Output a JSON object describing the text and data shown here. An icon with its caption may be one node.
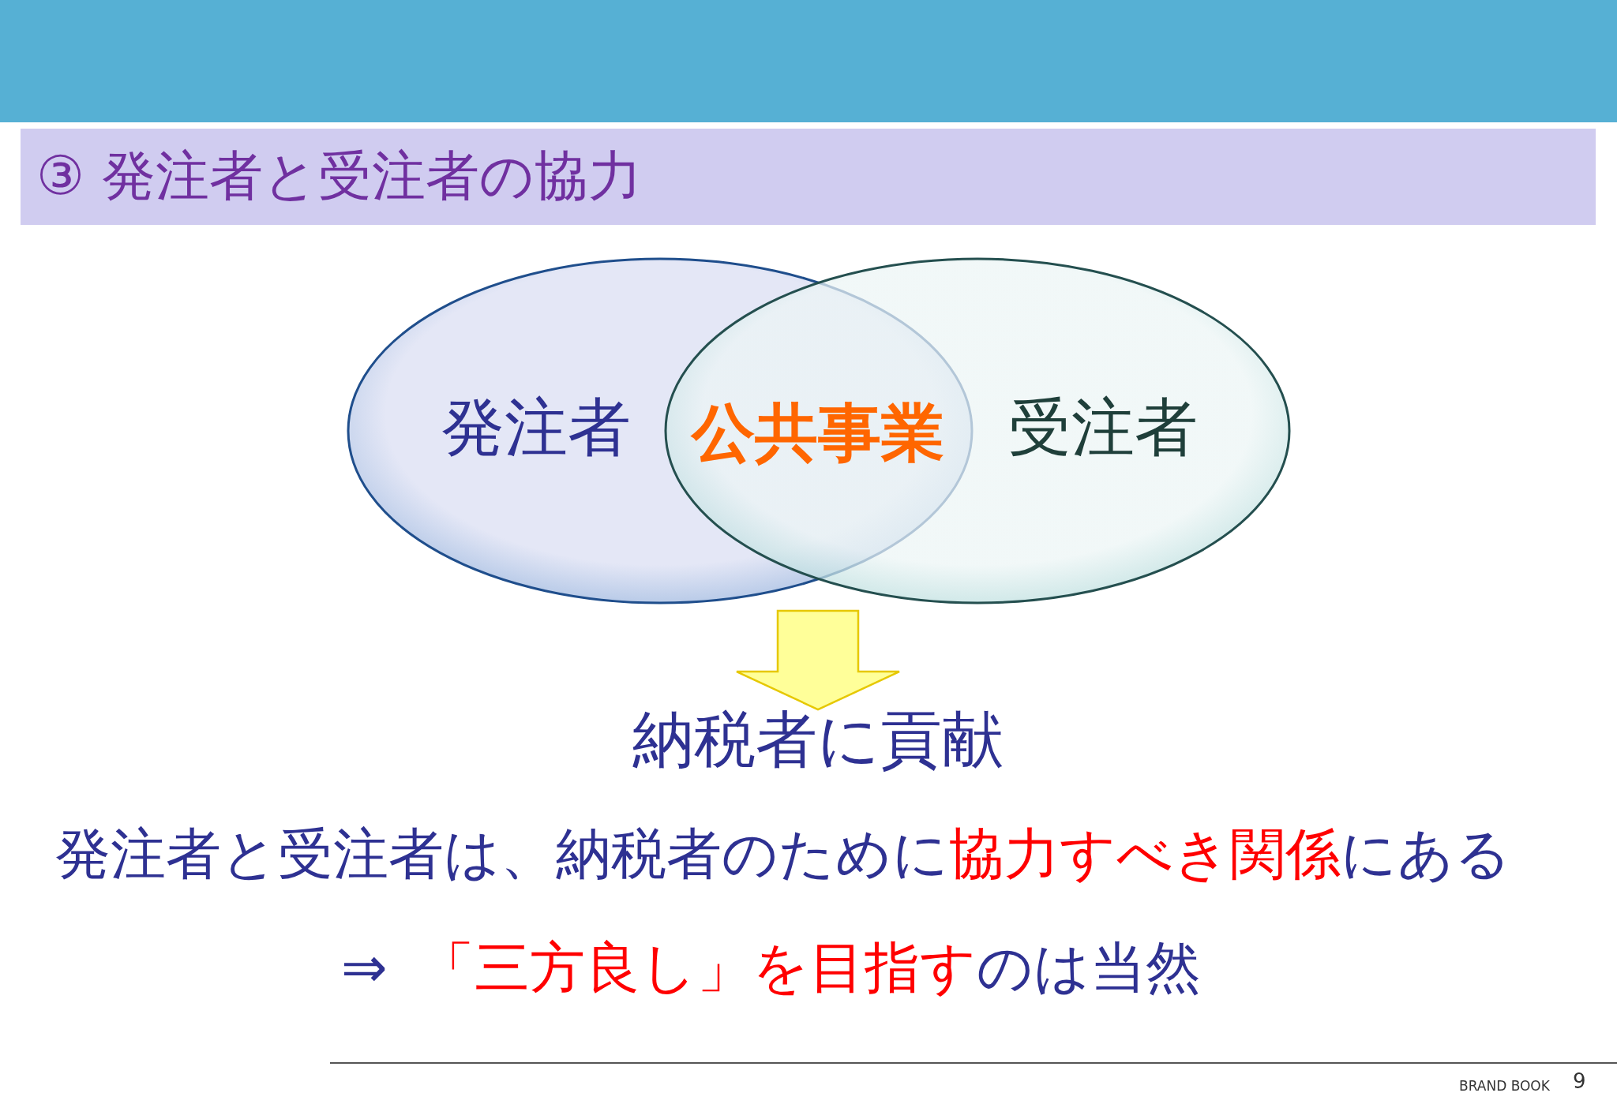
{
  "diagram": {
    "title": "③ 発注者と受注者の協力",
    "nodes": [
      {
        "text": [
          "発注者"
        ]
      },
      {
        "text": [
          "受注者"
        ]
      },
      {
        "text": [
          "公共事業"
        ]
      },
      {
        "text": [
          "納税者に貢献"
        ]
      }
    ],
    "edges": [
      {
        "from": null,
        "to": 3,
        "arrow": "to",
        "style": "thick",
        "color": "#ffff99"
      }
    ],
    "labels": [
      "発注者と受注者は、納税者のために",
      "協力すべき関係",
      "にある",
      "⇒",
      "「三方良し」を目指す",
      "のは当然",
      "BRAND BOOK",
      "9"
    ]
  }
}
